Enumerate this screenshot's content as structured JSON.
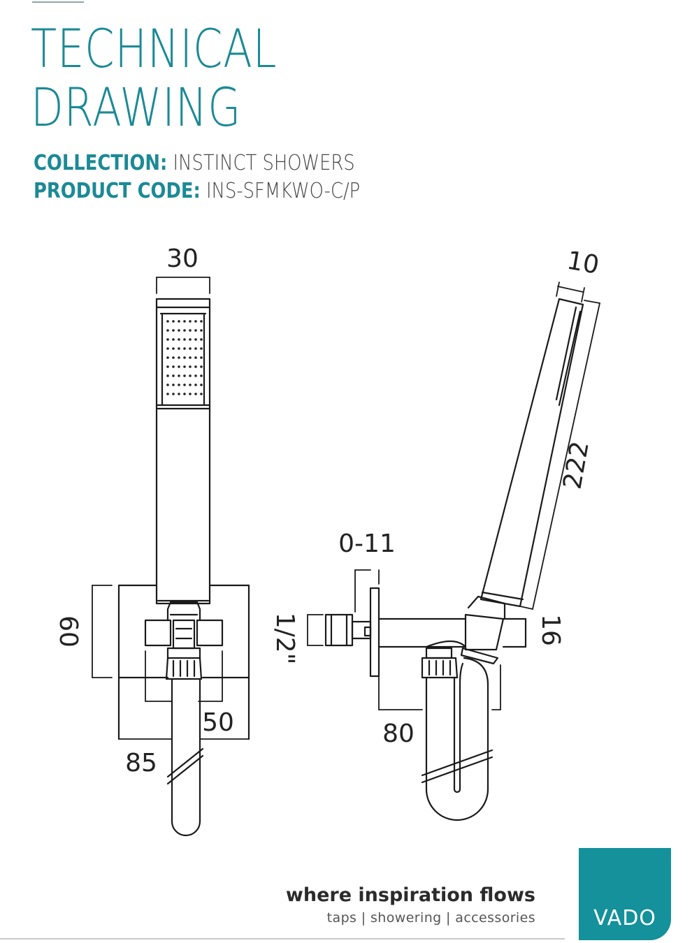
{
  "header": {
    "title_line1": "TECHNICAL",
    "title_line2": "DRAWING",
    "collection_label": "COLLECTION:",
    "collection_value": "INSTINCT SHOWERS",
    "product_code_label": "PRODUCT CODE:",
    "product_code_value": "INS-SFMKWO-C/P"
  },
  "dimensions": {
    "handset_width": "30",
    "handset_depth": "10",
    "handset_length": "222",
    "bracket_height": "60",
    "inner_width": "50",
    "plate_width": "85",
    "wall_range": "0-11",
    "inlet_thread": "1/2\"",
    "outlet_size": "16",
    "projection": "80"
  },
  "footer": {
    "tagline": "where inspiration flows",
    "subline": "taps | showering | accessories",
    "brand": "VADO"
  },
  "colors": {
    "accent": "#1b8a95",
    "logo": "#14919b"
  }
}
